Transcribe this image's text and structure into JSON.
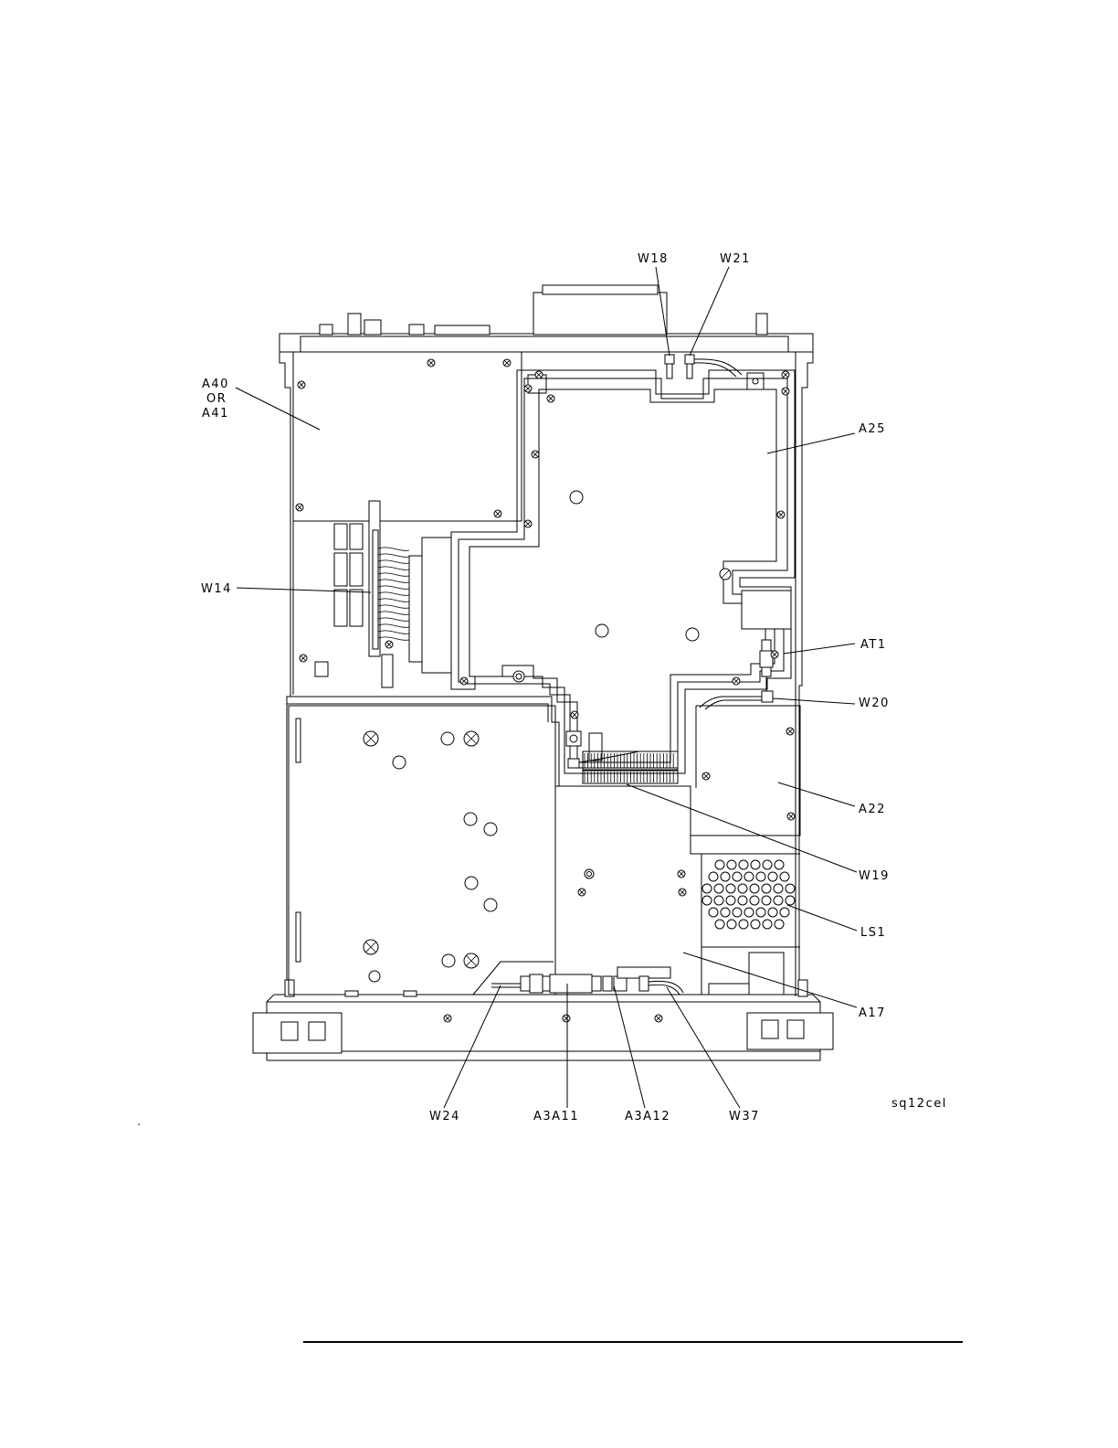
{
  "figure": {
    "id_label": "sq12cel",
    "callouts": {
      "w18": "W18",
      "w21": "W21",
      "a40_line1": "A40",
      "a40_line2": "OR",
      "a40_line3": "A41",
      "a25": "A25",
      "w14": "W14",
      "at1": "AT1",
      "w20": "W20",
      "a22": "A22",
      "w19": "W19",
      "ls1": "LS1",
      "a17": "A17",
      "w24": "W24",
      "a3a11": "A3A11",
      "a3a12": "A3A12",
      "w37": "W37"
    }
  },
  "colors": {
    "ink": "#000000",
    "paper": "#ffffff"
  }
}
